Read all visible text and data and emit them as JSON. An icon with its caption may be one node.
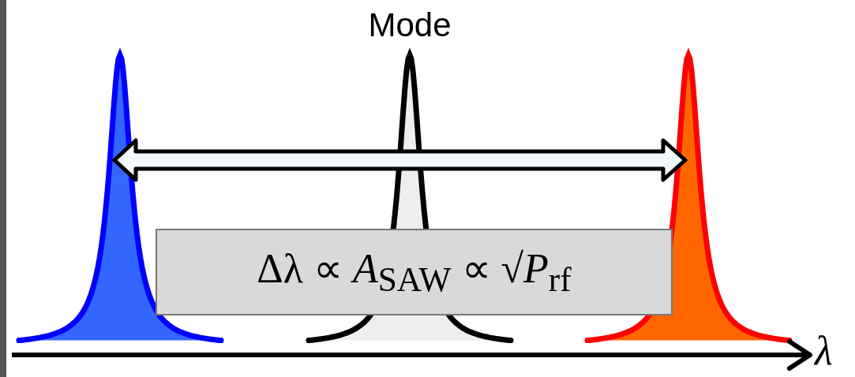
{
  "diagram": {
    "nodes": [
      {
        "text": [
          "Δλ ∝ *A*$_{SAW}$ ∝ √*P*$_{rf}$"
        ]
      }
    ],
    "labels": [
      "Mode",
      "λ"
    ]
  }
}
